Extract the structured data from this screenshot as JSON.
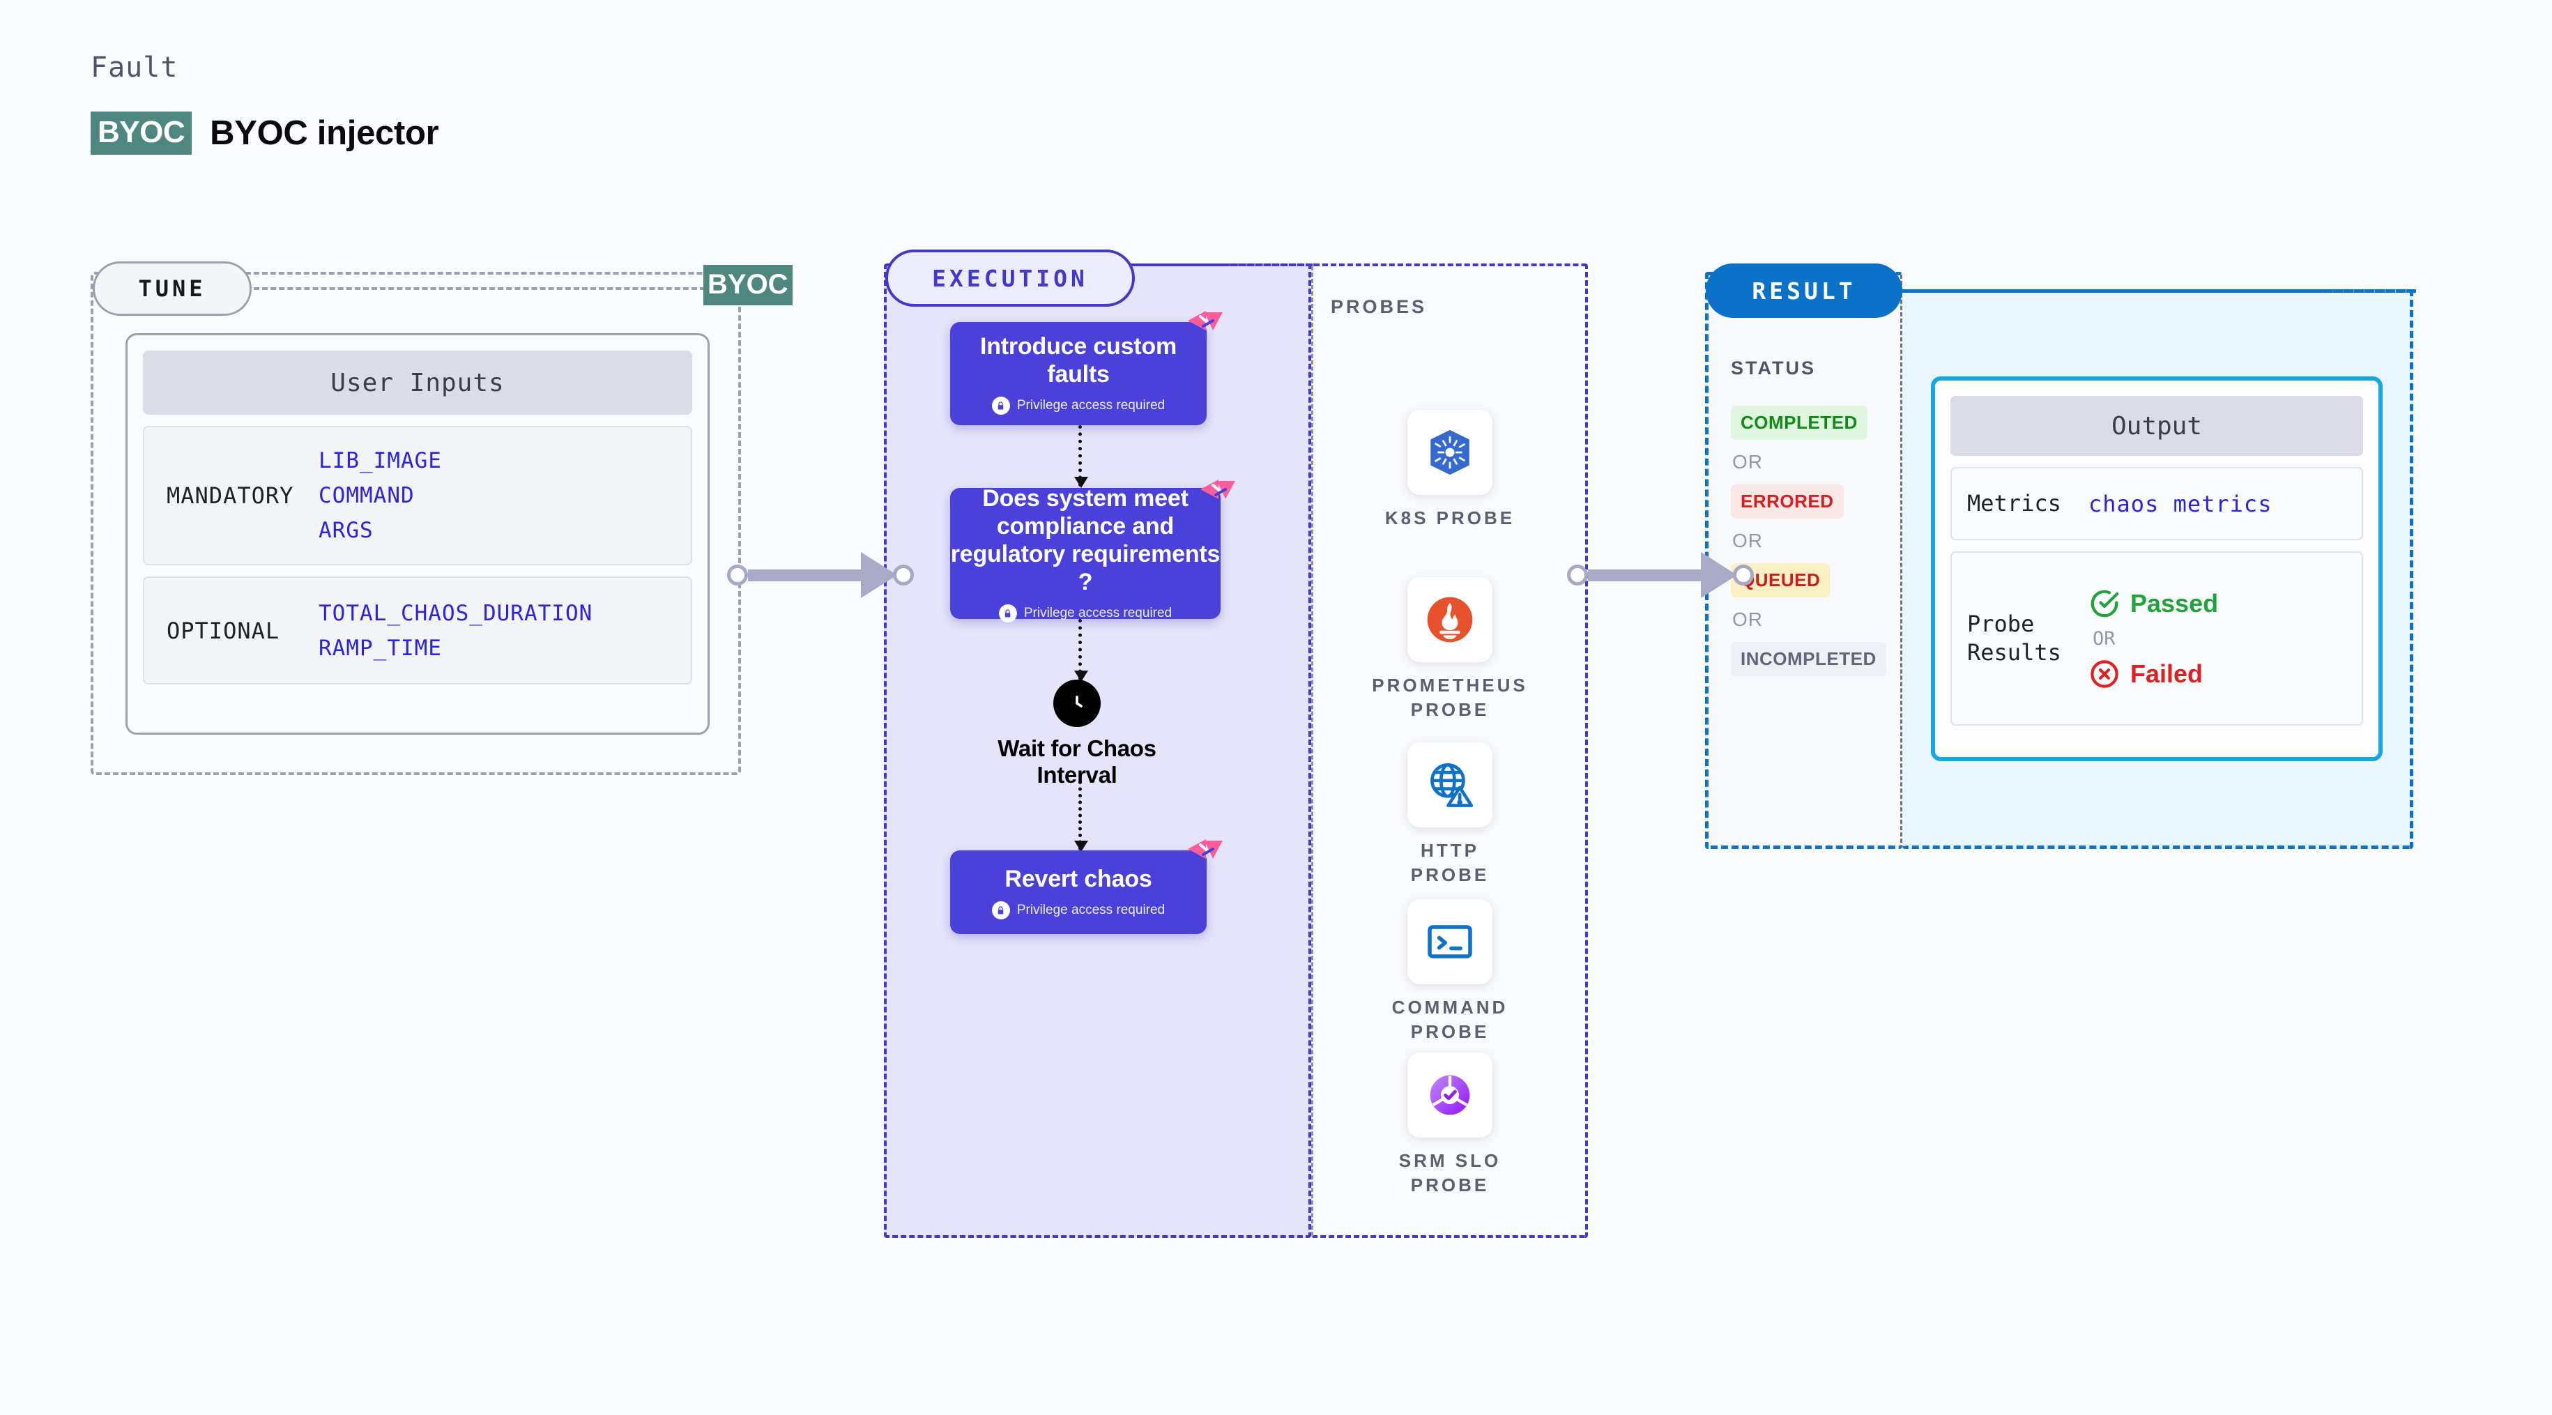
{
  "header": {
    "kicker": "Fault",
    "badge": "BYOC",
    "title": "BYOC injector"
  },
  "tune": {
    "pill_label": "TUNE",
    "boundary_badge": "BYOC",
    "card_title": "User Inputs",
    "groups": [
      {
        "label": "MANDATORY",
        "values": [
          "LIB_IMAGE",
          "COMMAND",
          "ARGS"
        ]
      },
      {
        "label": "OPTIONAL",
        "values": [
          "TOTAL_CHAOS_DURATION",
          "RAMP_TIME"
        ]
      }
    ]
  },
  "execution": {
    "pill_label": "EXECUTION",
    "privilege_note": "Privilege access required",
    "nodes": [
      {
        "title": "Introduce custom faults",
        "privileged": true
      },
      {
        "title": "Does system meet compliance and regulatory requirements ?",
        "privileged": true
      },
      {
        "title": "Revert chaos",
        "privileged": true
      }
    ],
    "wait": {
      "label": "Wait for Chaos Interval",
      "icon": "clock-icon"
    }
  },
  "probes": {
    "title": "PROBES",
    "items": [
      {
        "label": "K8S PROBE",
        "icon": "kubernetes-icon"
      },
      {
        "label": "PROMETHEUS PROBE",
        "icon": "prometheus-icon"
      },
      {
        "label": "HTTP PROBE",
        "icon": "http-globe-icon"
      },
      {
        "label": "COMMAND PROBE",
        "icon": "terminal-icon"
      },
      {
        "label": "SRM SLO PROBE",
        "icon": "srm-slo-icon"
      }
    ]
  },
  "result": {
    "pill_label": "RESULT",
    "status_title": "STATUS",
    "or_label": "OR",
    "statuses": [
      {
        "label": "COMPLETED",
        "bg": "#DFF6DE",
        "fg": "#128A16"
      },
      {
        "label": "ERRORED",
        "bg": "#FBE6E6",
        "fg": "#D32020"
      },
      {
        "label": "QUEUED",
        "bg": "#FCEFC4",
        "fg": "#C81E1E"
      },
      {
        "label": "INCOMPLETED",
        "bg": "#EFF0F6",
        "fg": "#616778"
      }
    ]
  },
  "output": {
    "card_title": "Output",
    "metrics_label": "Metrics",
    "metrics_value": "chaos metrics",
    "probe_results_label": "Probe Results",
    "passed_label": "Passed",
    "or_label": "OR",
    "failed_label": "Failed"
  },
  "colors": {
    "accent_purple": "#4A41DB",
    "accent_blue": "#0C71C8",
    "accent_cyan": "#17A7E0",
    "byoc_teal": "#4E8780",
    "chaos_pink": "#FB5E9B",
    "pass_green": "#1FA33A",
    "fail_red": "#E02020",
    "connector_gray": "#A9AAC8"
  }
}
